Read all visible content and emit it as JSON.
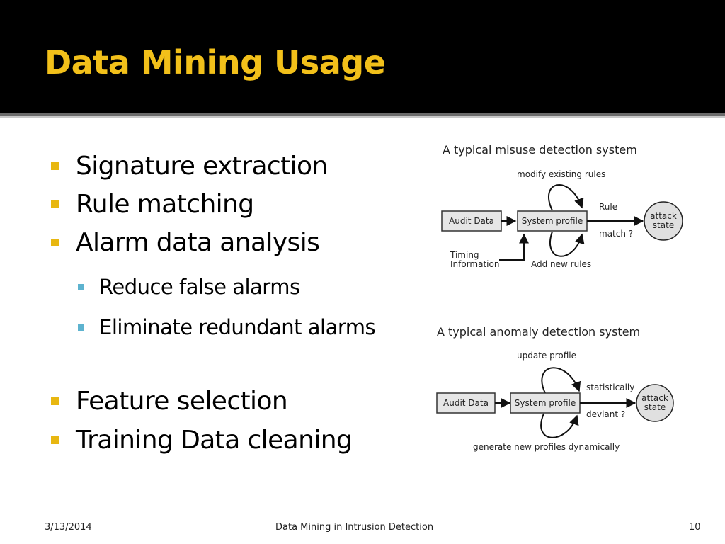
{
  "slide": {
    "title": "Data Mining Usage"
  },
  "bullets": [
    {
      "text": "Signature extraction"
    },
    {
      "text": "Rule matching"
    },
    {
      "text": "Alarm data analysis"
    },
    {
      "text": "Reduce false alarms"
    },
    {
      "text": "Eliminate redundant alarms"
    },
    {
      "text": "Feature selection"
    },
    {
      "text": "Training Data cleaning"
    }
  ],
  "misuse_diagram": {
    "title": "A typical misuse detection system",
    "loop_top": "modify existing rules",
    "input_box": "Audit Data",
    "profile_box": "System profile",
    "edge_top": "Rule",
    "edge_bottom": "match ?",
    "state_line1": "attack",
    "state_line2": "state",
    "timing_line1": "Timing",
    "timing_line2": "Information",
    "loop_bottom": "Add new rules"
  },
  "anomaly_diagram": {
    "title": "A typical anomaly detection system",
    "loop_top": "update profile",
    "input_box": "Audit Data",
    "profile_box": "System profile",
    "edge_top": "statistically",
    "edge_bottom": "deviant ?",
    "state_line1": "attack",
    "state_line2": "state",
    "loop_bottom": "generate new profiles dynamically"
  },
  "footer": {
    "date": "3/13/2014",
    "center": "Data Mining in Intrusion Detection",
    "page": "10"
  },
  "colors": {
    "title_bg": "#000000",
    "title_text": "#f2c01a",
    "bullet_marker": "#e8b711",
    "sub_bullet_marker": "#5db3cf"
  }
}
